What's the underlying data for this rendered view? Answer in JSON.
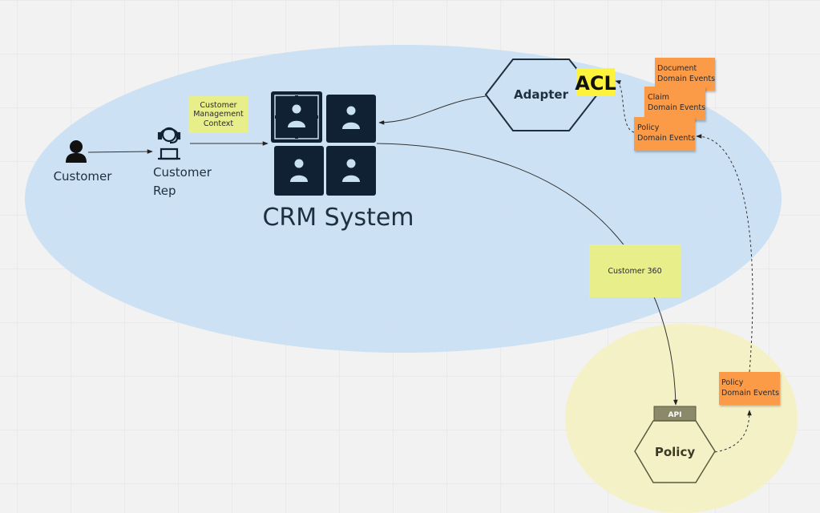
{
  "colors": {
    "background": "#f2f2f2",
    "crm_context": "#c9dff2",
    "policy_context": "#f4f0c4",
    "navy": "#0f2133",
    "orange_sticky": "#fb9a46",
    "yellow_sticky": "#e8ee8a",
    "acl_highlight": "#fdf23c",
    "api_tag": "#8a8a6a"
  },
  "nodes": {
    "customer": {
      "label": "Customer",
      "icon": "person-icon"
    },
    "customer_rep": {
      "label_line1": "Customer",
      "label_line2": "Rep",
      "icon": "headset-agent-icon"
    },
    "crm": {
      "label": "CRM System",
      "icon": "user-grid-icon"
    },
    "adapter": {
      "label": "Adapter"
    },
    "acl": {
      "label": "ACL"
    },
    "policy": {
      "label": "Policy"
    },
    "api": {
      "label": "API"
    }
  },
  "stickies": {
    "context": {
      "lines": [
        "Customer",
        "Management",
        "Context"
      ]
    },
    "customer360": {
      "label": "Customer 360"
    },
    "document_events": {
      "line1": "Document",
      "line2": "Domain Events"
    },
    "claim_events": {
      "line1": "Claim",
      "line2": "Domain Events"
    },
    "policy_events_top": {
      "line1": "Policy",
      "line2": "Domain Events"
    },
    "policy_events_bottom": {
      "line1": "Policy",
      "line2": "Domain Events"
    }
  }
}
